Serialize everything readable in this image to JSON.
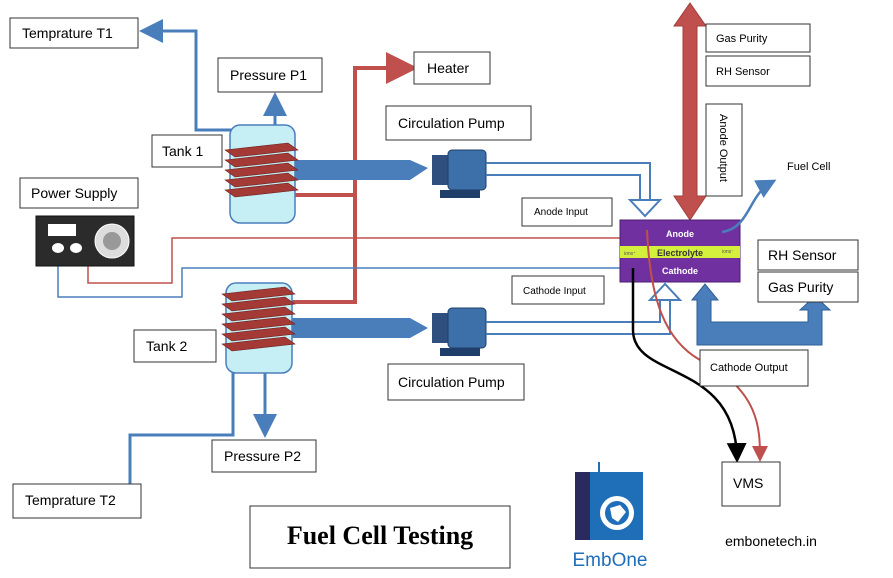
{
  "title": "Fuel Cell Testing",
  "labels": {
    "temp_t1": "Temprature T1",
    "pressure_p1": "Pressure P1",
    "heater": "Heater",
    "pump_top": "Circulation Pump",
    "gas_purity_top": "Gas Purity",
    "rh_sensor_top": "RH Sensor",
    "anode_output": "Anode Output",
    "fuel_cell": "Fuel Cell",
    "tank1": "Tank 1",
    "power_supply": "Power Supply",
    "anode_input": "Anode Input",
    "rh_sensor_right": "RH Sensor",
    "gas_purity_right": "Gas Purity",
    "cathode_input": "Cathode Input",
    "tank2": "Tank 2",
    "pump_bottom": "Circulation Pump",
    "cathode_output": "Cathode Output",
    "pressure_p2": "Pressure P2",
    "vms": "VMS",
    "temp_t2": "Temprature T2"
  },
  "fuel_cell": {
    "anode": "Anode",
    "electrolyte": "Electrolyte",
    "cathode": "Cathode",
    "ions_left": "ions⁺",
    "ions_right": "ions⁻"
  },
  "brand": {
    "logo_text": "EmbOne",
    "website": "embonetech.in"
  },
  "colors": {
    "blue_pipe": "#4a7ebb",
    "red_pipe": "#c0504d",
    "fuel_cell_purple": "#7030a0",
    "electrolyte_yellow": "#d4f03c",
    "tank_fill": "#c6eef5",
    "logo_blue": "#1f6fb8",
    "logo_dark": "#2b2a5e"
  }
}
